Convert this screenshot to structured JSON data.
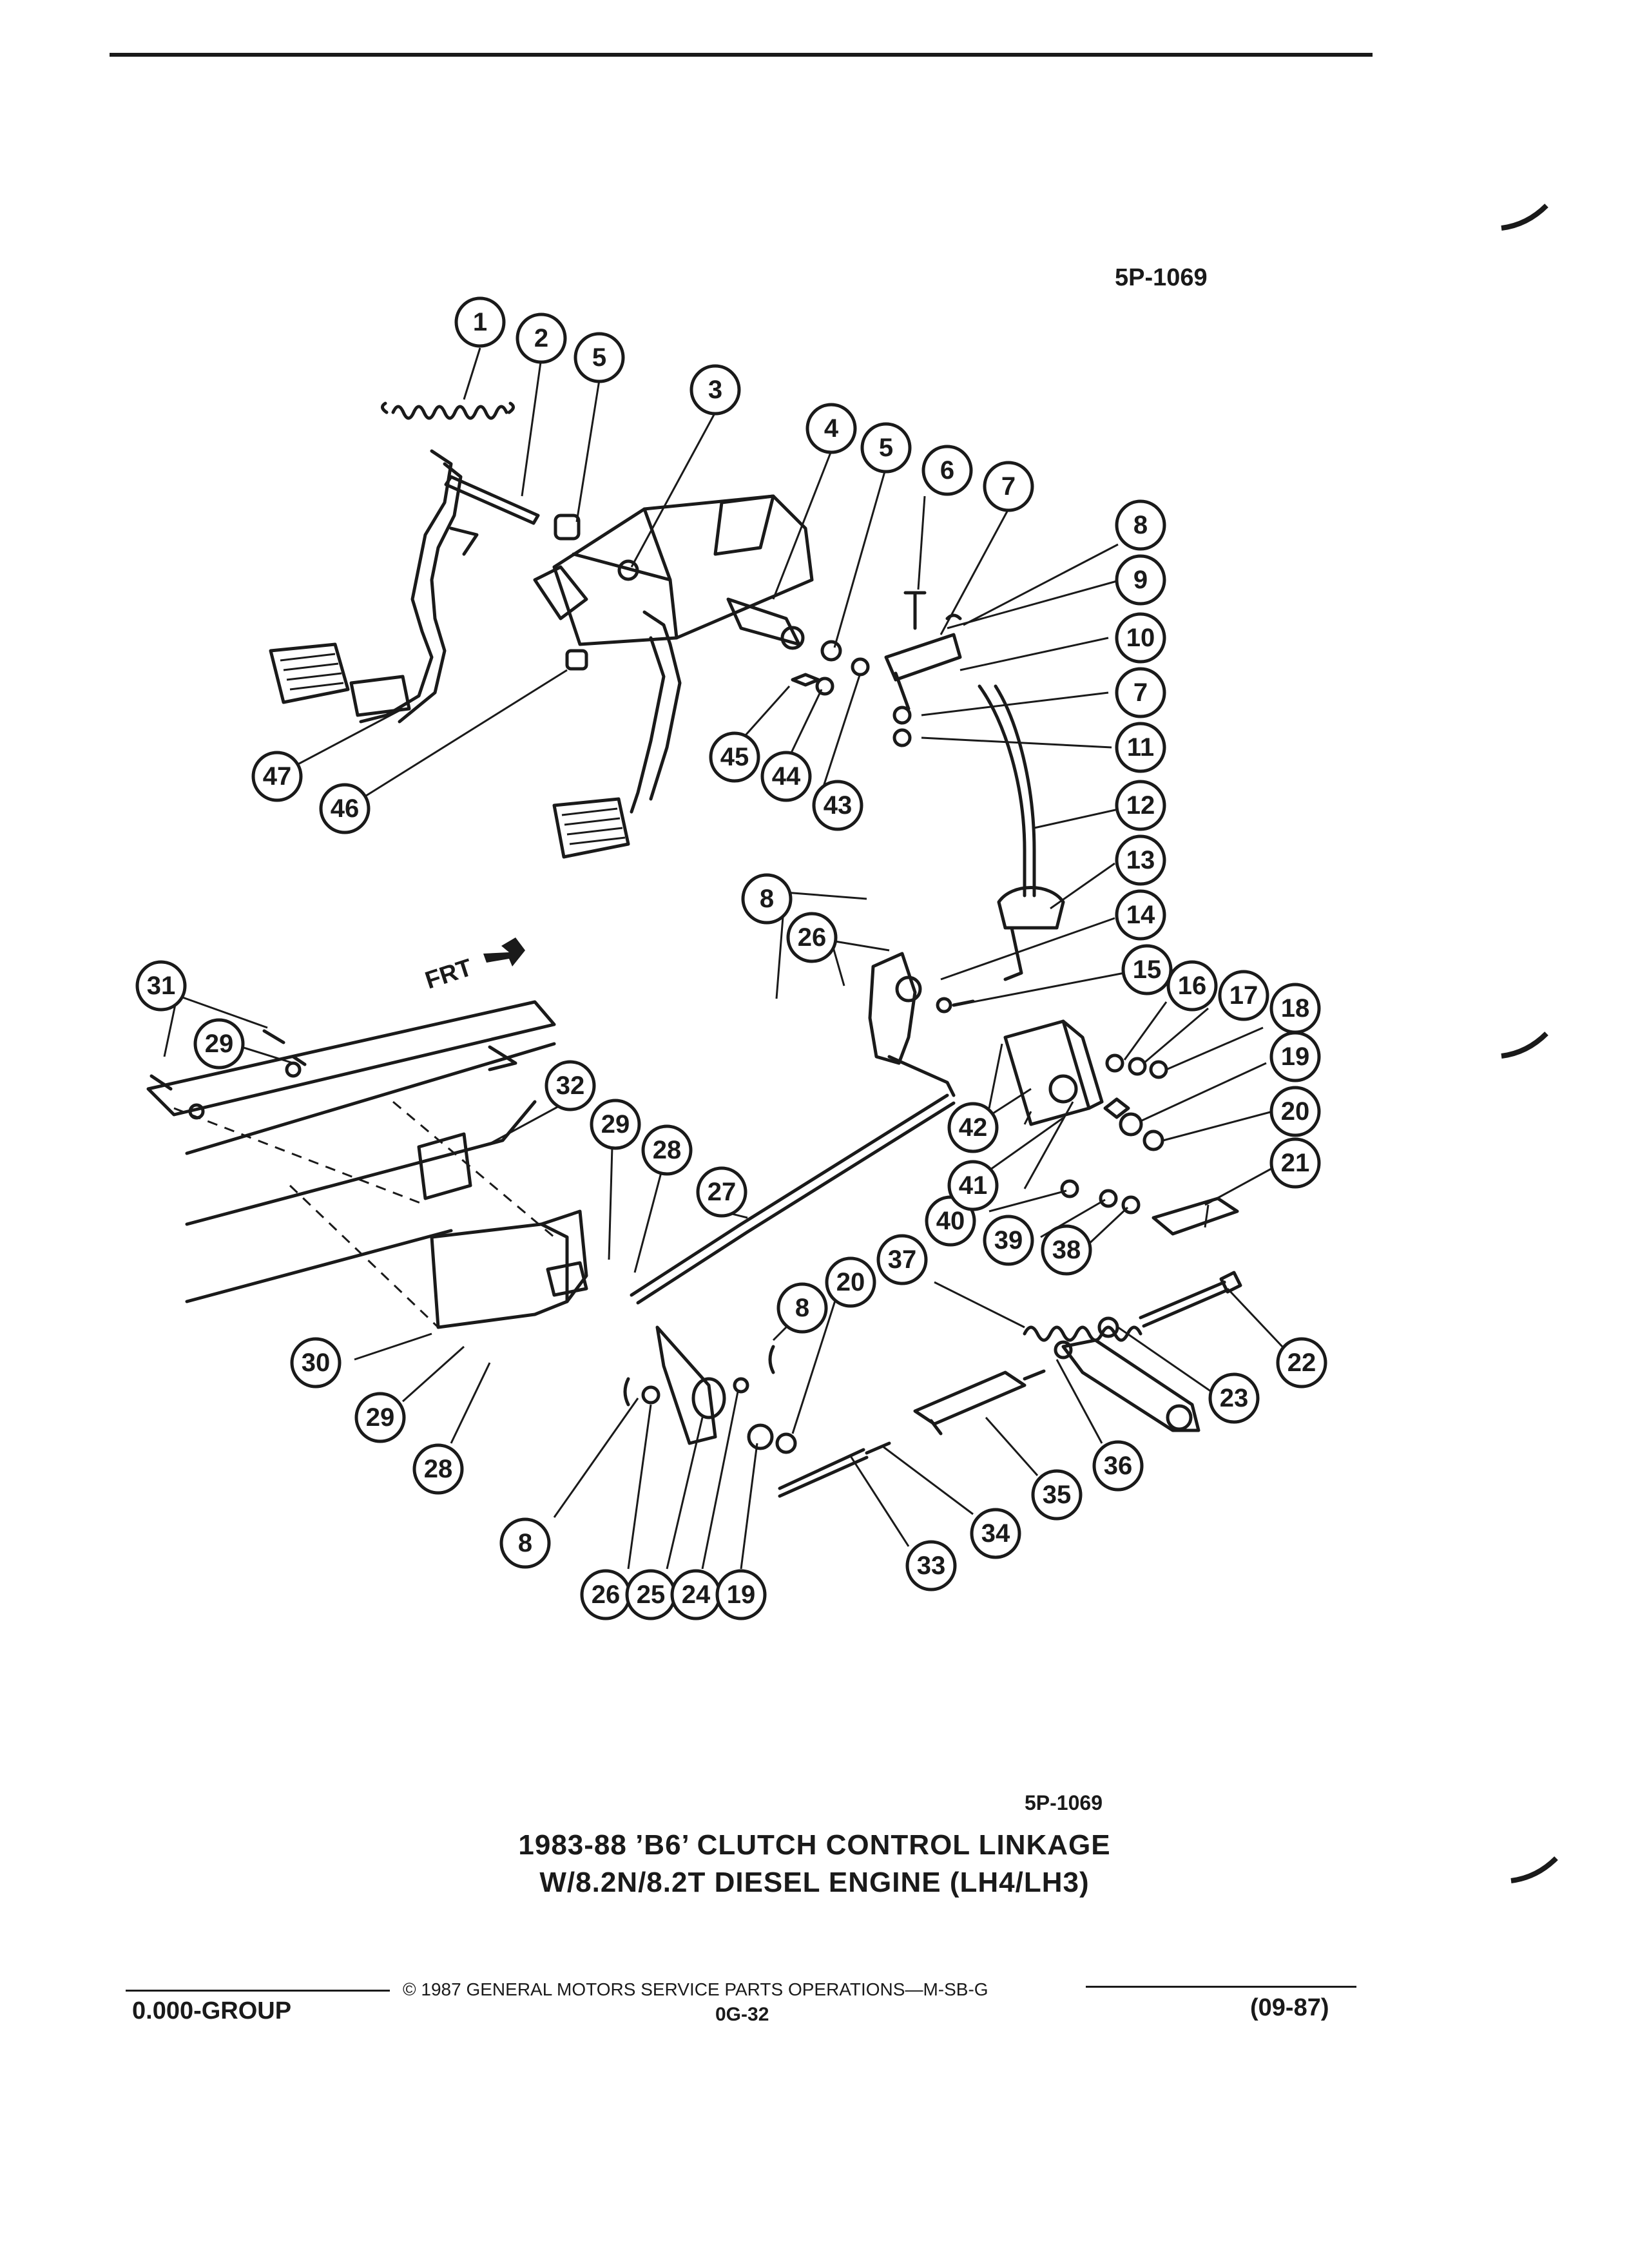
{
  "figure_code_top": "5P-1069",
  "figure_code_bottom": "5P-1069",
  "title": {
    "line1": "1983-88 ’B6’ CLUTCH CONTROL LINKAGE",
    "line2": "W/8.2N/8.2T DIESEL ENGINE (LH4/LH3)"
  },
  "direction_label": "FRT",
  "footer": {
    "copyright": "©  1987  GENERAL MOTORS SERVICE PARTS OPERATIONS—M-SB-G",
    "group": "0.000-GROUP",
    "page": "0G-32",
    "date": "(09-87)"
  },
  "callouts": [
    "1",
    "2",
    "5",
    "3",
    "4",
    "5",
    "6",
    "7",
    "8",
    "9",
    "10",
    "7",
    "11",
    "12",
    "13",
    "14",
    "15",
    "16",
    "17",
    "18",
    "19",
    "20",
    "21",
    "8",
    "26",
    "31",
    "29",
    "32",
    "29",
    "28",
    "27",
    "40",
    "39",
    "38",
    "37",
    "20",
    "8",
    "30",
    "29",
    "28",
    "8",
    "26",
    "25",
    "24",
    "19",
    "33",
    "34",
    "35",
    "36",
    "23",
    "22",
    "42",
    "41",
    "47",
    "46",
    "45",
    "44",
    "43"
  ]
}
